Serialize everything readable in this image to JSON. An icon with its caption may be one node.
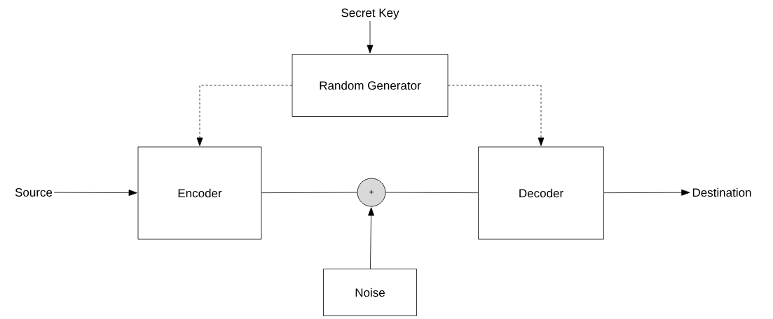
{
  "diagram": {
    "nodes": [
      {
        "text": [
          "Secret Key"
        ]
      },
      {
        "text": [
          "Random Generator"
        ]
      },
      {
        "text": [
          "Source"
        ]
      },
      {
        "text": [
          "Encoder"
        ]
      },
      {
        "text": [
          "+"
        ]
      },
      {
        "text": [
          "Decoder"
        ]
      },
      {
        "text": [
          "Destination"
        ]
      },
      {
        "text": [
          "Noise"
        ]
      }
    ],
    "edges": [
      {
        "from": 0,
        "to": 1,
        "arrow": "to"
      },
      {
        "from": 1,
        "to": 3,
        "arrow": "to",
        "style": "dashed"
      },
      {
        "from": 1,
        "to": 5,
        "arrow": "to",
        "style": "dashed"
      },
      {
        "from": 2,
        "to": 3,
        "arrow": "to"
      },
      {
        "from": 3,
        "to": 4,
        "arrow": "none"
      },
      {
        "from": 4,
        "to": 5,
        "arrow": "none"
      },
      {
        "from": 7,
        "to": 4,
        "arrow": "to"
      },
      {
        "from": 5,
        "to": 6,
        "arrow": "to"
      }
    ]
  }
}
